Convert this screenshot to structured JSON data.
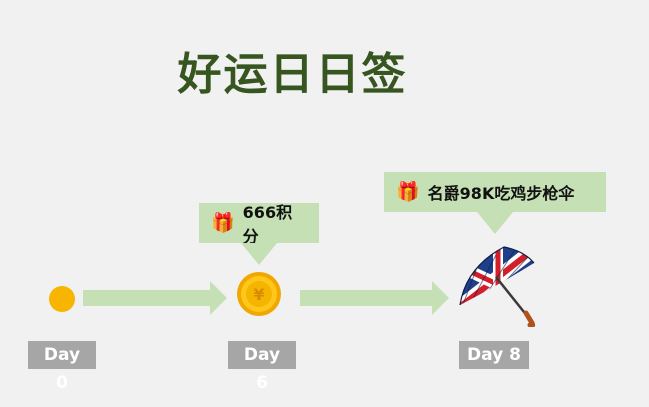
{
  "header": {
    "title": "好运日日签"
  },
  "milestones": [
    {
      "day_label": "Day 0",
      "icon": "gold-dot-icon"
    },
    {
      "day_label": "Day 6",
      "icon": "yuan-coin-icon",
      "reward": "666积分",
      "coin_symbol": "¥"
    },
    {
      "day_label": "Day 8",
      "icon": "umbrella-icon",
      "reward": "名爵98K吃鸡步枪伞"
    }
  ],
  "icons": {
    "gift": "🎁"
  },
  "colors": {
    "background": "#f1f1f1",
    "title": "#36551f",
    "bubble": "#c5e0b4",
    "day_badge": "#a6a6a6",
    "coin": "#f5b800"
  }
}
